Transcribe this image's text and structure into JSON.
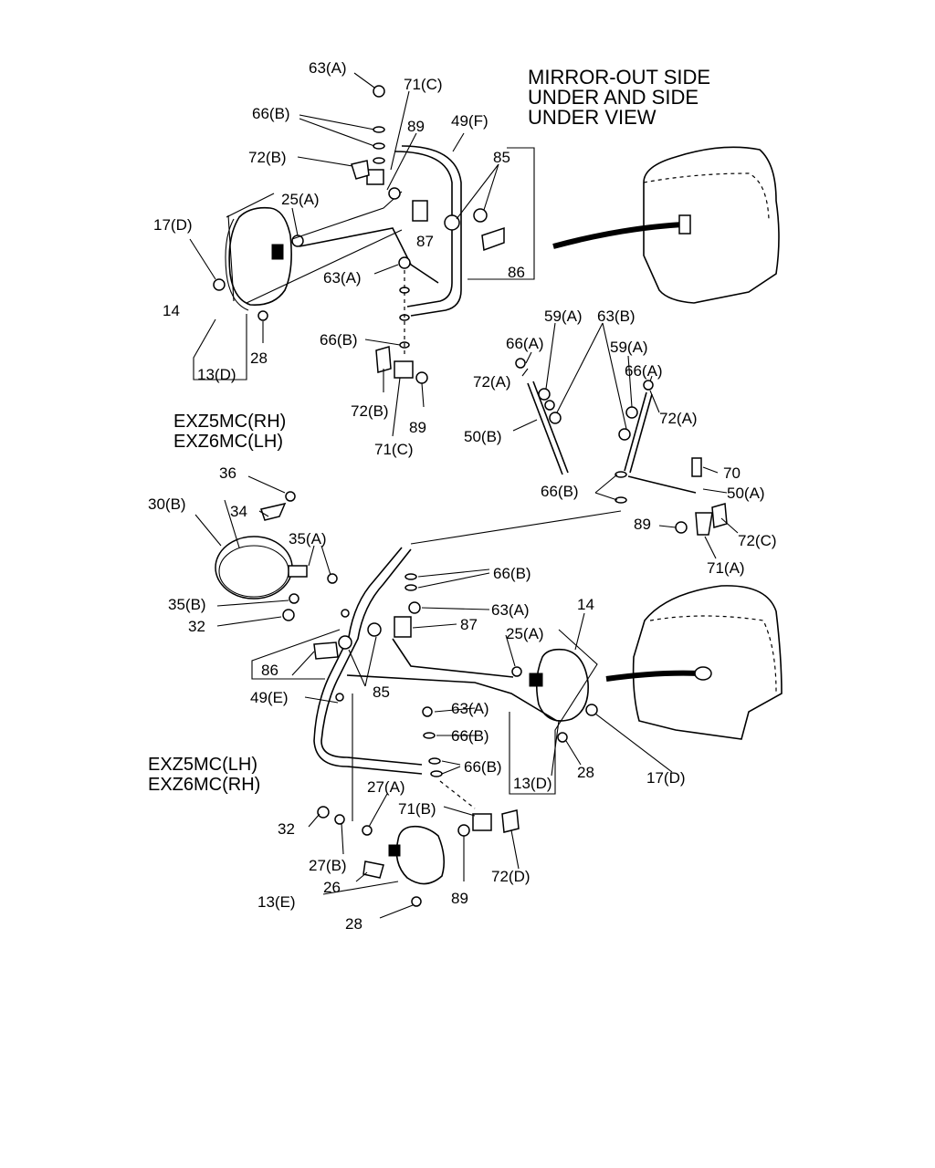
{
  "title": {
    "line1": "MIRROR-OUT SIDE",
    "line2": "UNDER AND SIDE",
    "line3": "UNDER VIEW"
  },
  "models": {
    "upper_line1": "EXZ5MC(RH)",
    "upper_line2": "EXZ6MC(LH)",
    "lower_line1": "EXZ5MC(LH)",
    "lower_line2": "EXZ6MC(RH)"
  },
  "labels": {
    "l_63a_top": "63(A)",
    "l_71c_top": "71(C)",
    "l_66b_top": "66(B)",
    "l_89_top": "89",
    "l_49f": "49(F)",
    "l_72b_top": "72(B)",
    "l_85_top": "85",
    "l_25a_top": "25(A)",
    "l_17d_top": "17(D)",
    "l_87_top": "87",
    "l_86_top": "86",
    "l_63a_mid": "63(A)",
    "l_14_top": "14",
    "l_66b_mid": "66(B)",
    "l_28_top": "28",
    "l_13d_top": "13(D)",
    "l_72b_mid": "72(B)",
    "l_89_mid": "89",
    "l_71c_mid": "71(C)",
    "l_59a_1": "59(A)",
    "l_63b": "63(B)",
    "l_66a_1": "66(A)",
    "l_59a_2": "59(A)",
    "l_72a_1": "72(A)",
    "l_66a_2": "66(A)",
    "l_72a_2": "72(A)",
    "l_50b": "50(B)",
    "l_70": "70",
    "l_66b_right": "66(B)",
    "l_50a": "50(A)",
    "l_89_right": "89",
    "l_72c": "72(C)",
    "l_71a": "71(A)",
    "l_36": "36",
    "l_30b": "30(B)",
    "l_34": "34",
    "l_35a": "35(A)",
    "l_35b": "35(B)",
    "l_32_top": "32",
    "l_66b_low1": "66(B)",
    "l_14_low": "14",
    "l_63a_low1": "63(A)",
    "l_87_low": "87",
    "l_25a_low": "25(A)",
    "l_86_low": "86",
    "l_85_low": "85",
    "l_49e": "49(E)",
    "l_63a_low2": "63(A)",
    "l_66b_low2": "66(B)",
    "l_66b_low3": "66(B)",
    "l_28_low": "28",
    "l_13d_low": "13(D)",
    "l_17d_low": "17(D)",
    "l_27a": "27(A)",
    "l_71b": "71(B)",
    "l_32_low": "32",
    "l_27b": "27(B)",
    "l_72d": "72(D)",
    "l_26": "26",
    "l_13e": "13(E)",
    "l_89_low": "89",
    "l_28_bottom": "28"
  },
  "colors": {
    "ink": "#000000",
    "paper": "#ffffff"
  }
}
